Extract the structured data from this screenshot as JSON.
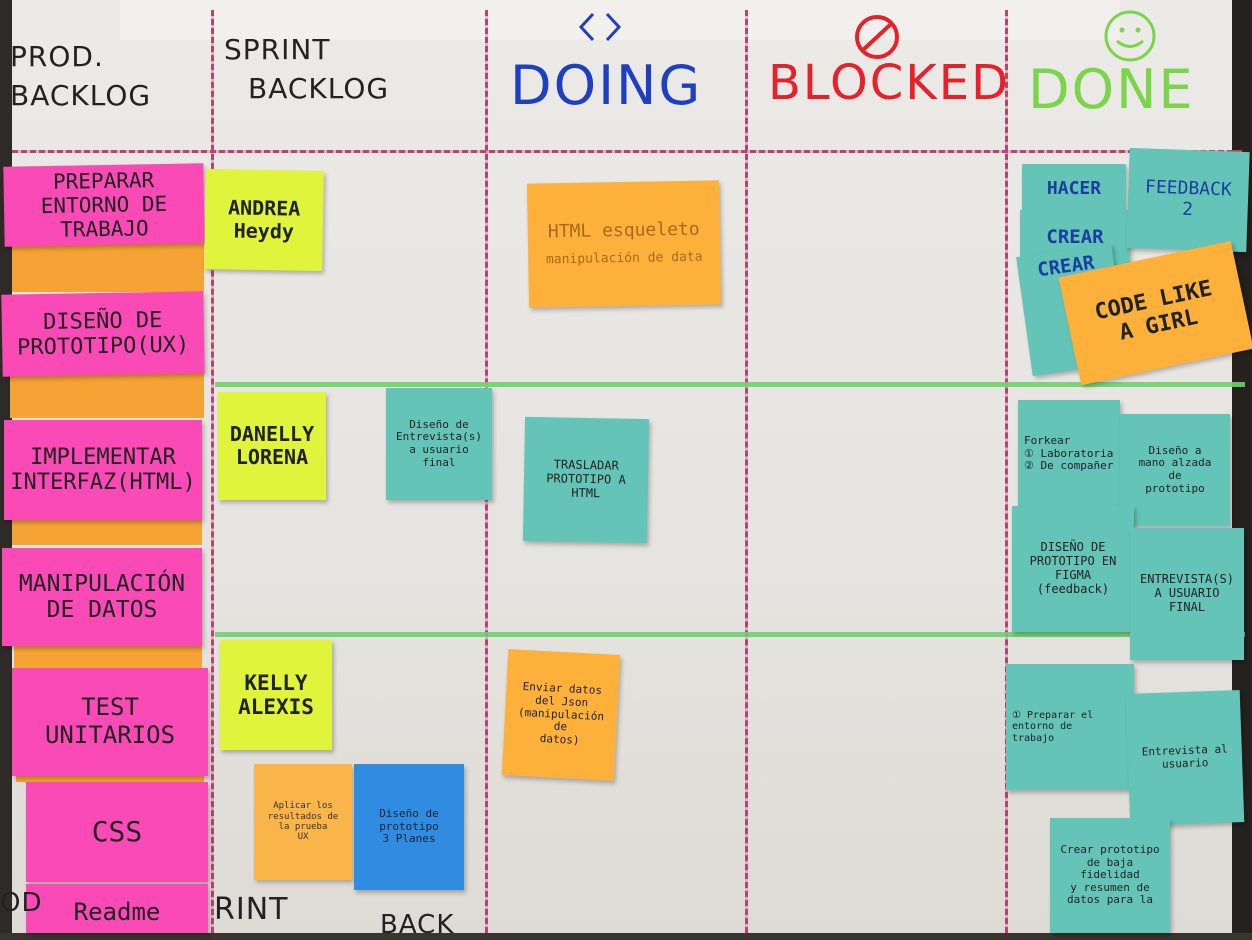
{
  "board": {
    "headers": {
      "prod_backlog_line1": "PROD.",
      "prod_backlog_line2": "BACKLOG",
      "sprint_backlog_line1": "SPRINT",
      "sprint_backlog_line2": "BACKLOG",
      "doing": "DOING",
      "blocked": "BLOCKED",
      "done": "DONE"
    },
    "colors": {
      "doing": "#1e3fc0",
      "blocked": "#e8202a",
      "done": "#7cd44a"
    },
    "icons": {
      "doing_symbol": "code-brackets-icon",
      "blocked_symbol": "prohibited-icon",
      "done_symbol": "smiley-icon"
    },
    "backlog": [
      {
        "line1": "PREPARAR",
        "line2": "ENTORNO DE",
        "line3": "TRABAJO"
      },
      {
        "line1": "DISEÑO DE",
        "line2": "PROTOTIPO(UX)",
        "line3": ""
      },
      {
        "line1": "IMPLEMENTAR",
        "line2": "INTERFAZ(HTML)",
        "line3": ""
      },
      {
        "line1": "MANIPULACIÓN",
        "line2": "DE DATOS",
        "line3": ""
      },
      {
        "line1": "TEST",
        "line2": "UNITARIOS",
        "line3": ""
      },
      {
        "line1": "CSS",
        "line2": "",
        "line3": ""
      },
      {
        "line1": "Readme",
        "line2": "",
        "line3": ""
      }
    ],
    "team": [
      {
        "line1": "ANDREA",
        "line2": "Heydy"
      },
      {
        "line1": "DANELLY",
        "line2": "LORENA"
      },
      {
        "line1": "KELLY",
        "line2": "ALEXIS"
      }
    ],
    "sprint_notes": {
      "teal_row2": [
        "Diseño de",
        "Entrevista(s)",
        "a usuario",
        "final"
      ],
      "orange_row3": [
        "Aplicar los",
        "resultados de",
        "la prueba",
        "UX"
      ],
      "blue_row3": [
        "Diseño de",
        "prototipo",
        "3 Planes"
      ]
    },
    "doing_notes": {
      "row1": [
        "HTML esqueleto",
        "manipulación de data"
      ],
      "row2": [
        "TRASLADAR",
        "PROTOTIPO A",
        "HTML"
      ],
      "row3": [
        "Enviar datos",
        "del Json",
        "(manipulación de",
        "datos)"
      ]
    },
    "done_notes": {
      "row1_hacer": "HACER",
      "row1_crear1": "CREAR",
      "row1_crear2": "CREAR",
      "row1_feedback": [
        "FEEDBACK",
        "2"
      ],
      "row1_code": [
        "CODE LIKE",
        "A GIRL"
      ],
      "row2_forkear": [
        "Forkear",
        "① Laboratoria",
        "② De compañer"
      ],
      "row2_diseno_mano": [
        "Diseño a",
        "mano alzada",
        "de",
        "prototipo"
      ],
      "row2_diseno_ficha": [
        "DISEÑO DE",
        "PROTOTIPO EN",
        "FIGMA",
        "(feedback)"
      ],
      "row2_entrevista": [
        "ENTREVISTA(S)",
        "A USUARIO",
        "FINAL"
      ],
      "row3_preparar": [
        "① Preparar el",
        "entorno de",
        "trabajo"
      ],
      "row3_entrevista": [
        "Entrevista al",
        "usuario"
      ],
      "row3_crear": [
        "Crear prototipo",
        "de baja fidelidad",
        "y resumen de",
        "datos para la"
      ]
    },
    "bottom_strip": {
      "left": "OD",
      "middle": "RINT",
      "right": "BACK"
    }
  }
}
